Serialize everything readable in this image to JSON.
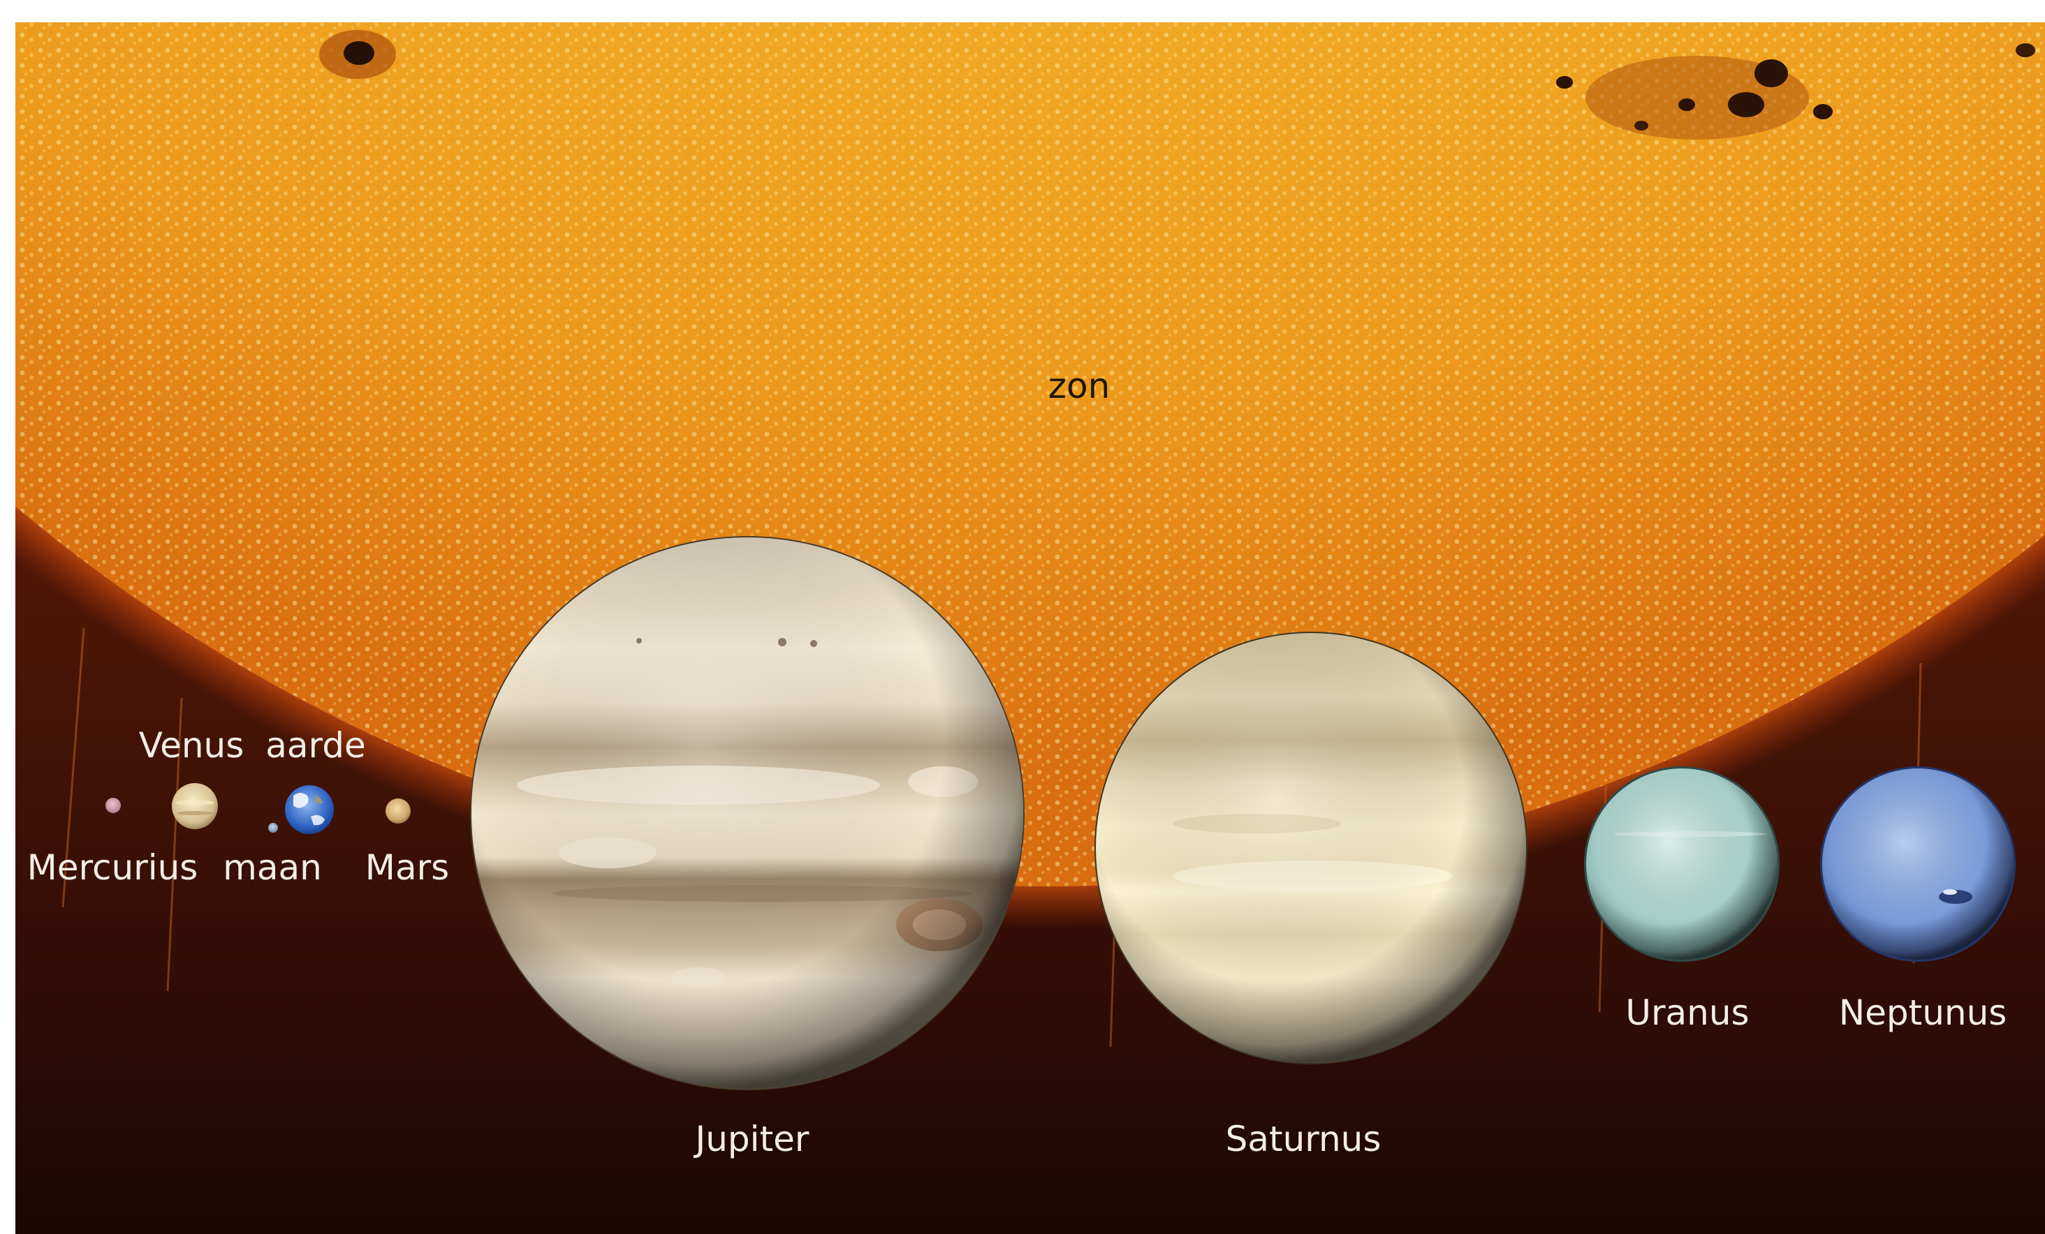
{
  "sun": {
    "label": "zon"
  },
  "planets": [
    {
      "id": "mercurius",
      "label": "Mercurius",
      "icon": "mercury-planet-icon"
    },
    {
      "id": "venus",
      "label": "Venus",
      "icon": "venus-planet-icon"
    },
    {
      "id": "aarde",
      "label": "aarde",
      "icon": "earth-planet-icon"
    },
    {
      "id": "maan",
      "label": "maan",
      "icon": "moon-icon"
    },
    {
      "id": "mars",
      "label": "Mars",
      "icon": "mars-planet-icon"
    },
    {
      "id": "jupiter",
      "label": "Jupiter",
      "icon": "jupiter-planet-icon"
    },
    {
      "id": "saturnus",
      "label": "Saturnus",
      "icon": "saturn-planet-icon"
    },
    {
      "id": "uranus",
      "label": "Uranus",
      "icon": "uranus-planet-icon"
    },
    {
      "id": "neptunus",
      "label": "Neptunus",
      "icon": "neptune-planet-icon"
    }
  ],
  "colors": {
    "sun_surface": "#f2b528",
    "chromosphere": "#a8300c",
    "space": "#2a0c06",
    "jupiter": "#e8dcc4",
    "saturn": "#eadfbf",
    "uranus": "#a7cfc9",
    "neptune": "#7d9fd9"
  }
}
